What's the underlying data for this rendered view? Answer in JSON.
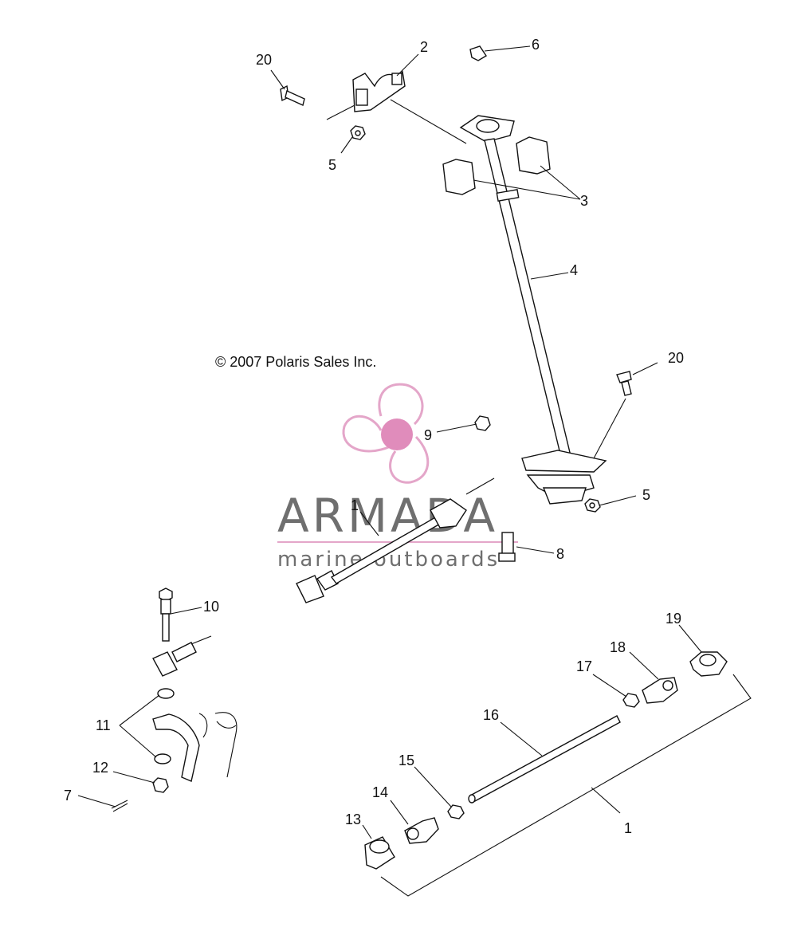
{
  "copyright": "© 2007 Polaris Sales Inc.",
  "watermark": {
    "title": "ARMADA",
    "subtitle": "marine outboards",
    "color_title": "#6f6f6f",
    "color_accent": "#e4a6c9",
    "color_hub": "#e08cbb"
  },
  "callouts": {
    "c1a": "1",
    "c1b": "1",
    "c2": "2",
    "c3": "3",
    "c4": "4",
    "c5a": "5",
    "c5b": "5",
    "c6": "6",
    "c7": "7",
    "c8": "8",
    "c9": "9",
    "c10": "10",
    "c11": "11",
    "c12": "12",
    "c13": "13",
    "c14": "14",
    "c15": "15",
    "c16": "16",
    "c17": "17",
    "c18": "18",
    "c19": "19",
    "c20a": "20",
    "c20b": "20"
  }
}
